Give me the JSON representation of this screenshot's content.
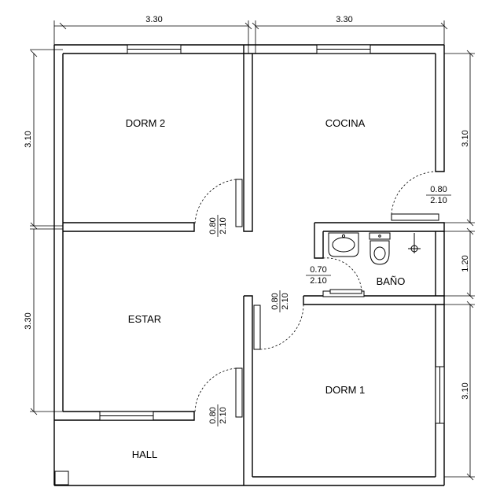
{
  "rooms": {
    "dorm2": "DORM 2",
    "cocina": "COCINA",
    "estar": "ESTAR",
    "bano": "BAÑO",
    "dorm1": "DORM 1",
    "hall": "HALL"
  },
  "dimensions": {
    "top_left": "3.30",
    "top_right": "3.30",
    "left_upper": "3.10",
    "left_lower": "3.30",
    "right_upper": "3.10",
    "right_middle": "1.20",
    "right_lower": "3.10"
  },
  "doors": {
    "dorm2": {
      "width": "0.80",
      "height": "2.10"
    },
    "cocina": {
      "width": "0.80",
      "height": "2.10"
    },
    "bano": {
      "width": "0.70",
      "height": "2.10"
    },
    "dorm1": {
      "width": "0.80",
      "height": "2.10"
    },
    "estar": {
      "width": "0.80",
      "height": "2.10"
    }
  }
}
